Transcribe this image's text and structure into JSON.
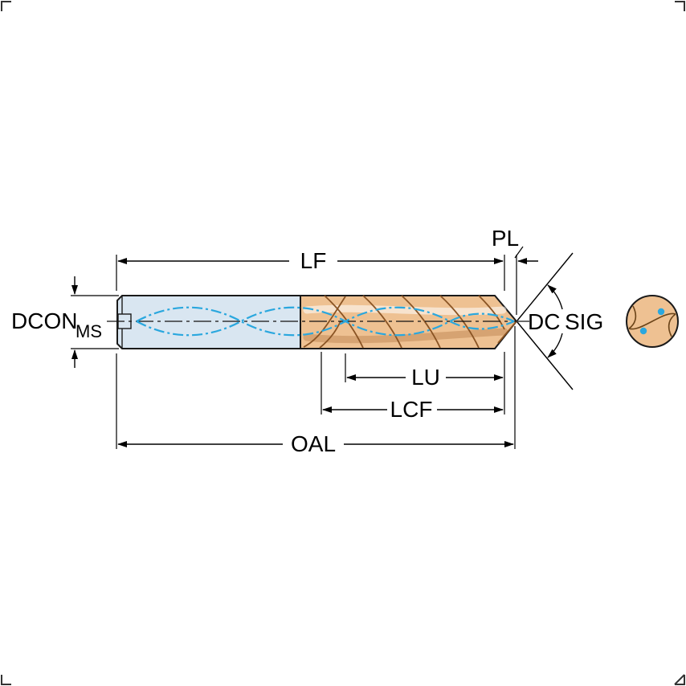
{
  "diagram": {
    "labels": {
      "lf": "LF",
      "pl": "PL",
      "dcon": "DCON",
      "dcon_sub": "MS",
      "dc": "DC",
      "sig": "SIG",
      "lu": "LU",
      "lcf": "LCF",
      "oal": "OAL"
    },
    "colors": {
      "shank_fill": "#d9e6f1",
      "flute_fill": "#eec192",
      "coolant_blue": "#2aa7de",
      "outline": "#000000"
    }
  }
}
